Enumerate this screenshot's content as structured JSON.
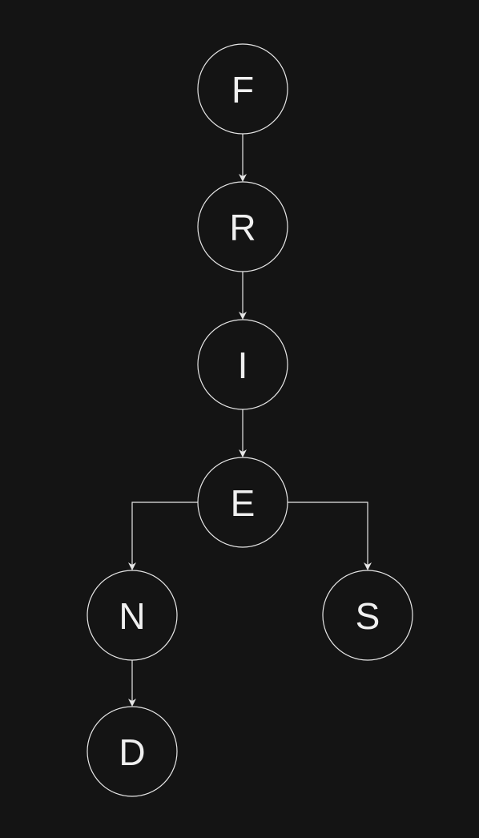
{
  "diagram": {
    "type": "tree",
    "colors": {
      "background": "#141414",
      "stroke": "#e6e6e6",
      "text": "#f0f0f0"
    },
    "nodes": [
      {
        "id": "F",
        "label": "F"
      },
      {
        "id": "R",
        "label": "R"
      },
      {
        "id": "I",
        "label": "I"
      },
      {
        "id": "E",
        "label": "E"
      },
      {
        "id": "N",
        "label": "N"
      },
      {
        "id": "S",
        "label": "S"
      },
      {
        "id": "D",
        "label": "D"
      }
    ],
    "edges": [
      {
        "from": "F",
        "to": "R"
      },
      {
        "from": "R",
        "to": "I"
      },
      {
        "from": "I",
        "to": "E"
      },
      {
        "from": "E",
        "to": "N"
      },
      {
        "from": "E",
        "to": "S"
      },
      {
        "from": "N",
        "to": "D"
      }
    ]
  }
}
